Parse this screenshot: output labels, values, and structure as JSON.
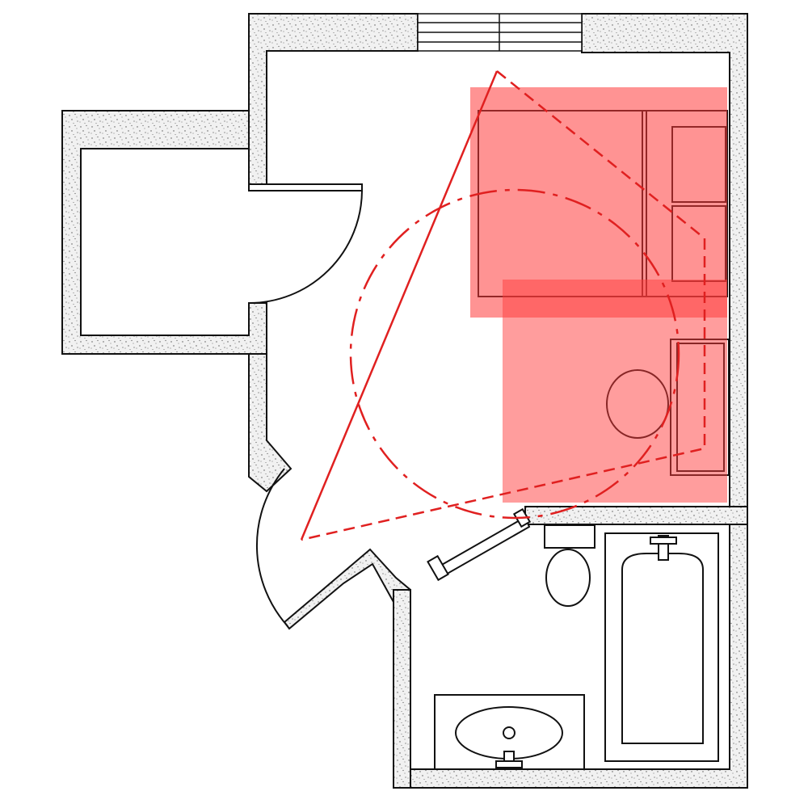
{
  "diagram": {
    "kind": "floor-plan",
    "labels": []
  },
  "colors": {
    "background": "#ffffff",
    "line": "#111111",
    "wall_fill": "#eeeeee",
    "speckle": "#555555",
    "highlight": "#ff2222",
    "highlight_fill": "#ff4d4d",
    "highlight_opacity": 0.55,
    "route": "#e02020"
  },
  "symbols": [
    "window-symbol",
    "bed-symbol",
    "pillow-symbol",
    "table-symbol",
    "nightstand-symbol",
    "toilet-symbol",
    "bathtub-symbol",
    "sink-symbol",
    "hinged-door-symbol",
    "sliding-door-symbol",
    "turning-circle"
  ]
}
